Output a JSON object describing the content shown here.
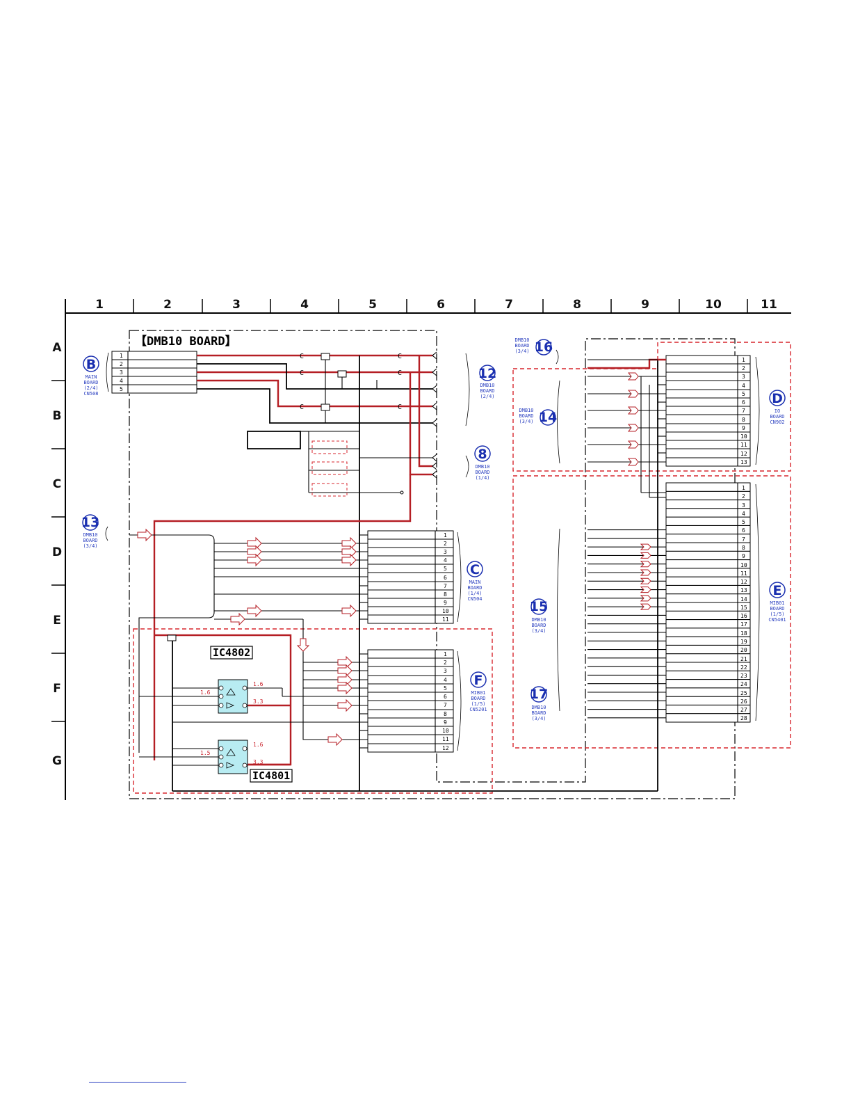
{
  "grid": {
    "columns": [
      "1",
      "2",
      "3",
      "4",
      "5",
      "6",
      "7",
      "8",
      "9",
      "10",
      "11"
    ],
    "rows": [
      "A",
      "B",
      "C",
      "D",
      "E",
      "F",
      "G"
    ]
  },
  "board_title": "【DMB10 BOARD】",
  "ics": [
    "IC4802",
    "IC4801"
  ],
  "ic_voltages": {
    "ic4802_out1": "1.6",
    "ic4802_in": "1.6",
    "ic4802_out2": "3.3",
    "ic4801_out1": "1.6",
    "ic4801_in": "1.5",
    "ic4801_out2": "3.3"
  },
  "refs": {
    "B": {
      "mark": "B",
      "lines": [
        "MAIN",
        "BOARD",
        "(2/4)",
        "CN508"
      ]
    },
    "n12": {
      "mark": "12",
      "lines": [
        "DMB10",
        "BOARD",
        "(2/4)"
      ]
    },
    "n8": {
      "mark": "8",
      "lines": [
        "DMB10",
        "BOARD",
        "(1/4)"
      ]
    },
    "n13": {
      "mark": "13",
      "lines": [
        "DMB10",
        "BOARD",
        "(3/4)"
      ]
    },
    "C": {
      "mark": "C",
      "lines": [
        "MAIN",
        "BOARD",
        "(1/4)",
        "CN504"
      ]
    },
    "F": {
      "mark": "F",
      "lines": [
        "MIB01",
        "BOARD",
        "(1/5)",
        "CN5201"
      ]
    },
    "n16": {
      "mark": "16",
      "lines": [
        "DMB10",
        "BOARD",
        "(3/4)"
      ]
    },
    "n14": {
      "mark": "14",
      "lines": [
        "DMB10",
        "BOARD",
        "(3/4)"
      ]
    },
    "D": {
      "mark": "D",
      "lines": [
        "IO",
        "BOARD",
        "CN902"
      ]
    },
    "n15": {
      "mark": "15",
      "lines": [
        "DMB10",
        "BOARD",
        "(3/4)"
      ]
    },
    "n17": {
      "mark": "17",
      "lines": [
        "DMB10",
        "BOARD",
        "(3/4)"
      ]
    },
    "E": {
      "mark": "E",
      "lines": [
        "MIB01",
        "BOARD",
        "(1/5)",
        "CN5401"
      ]
    }
  },
  "connectors": {
    "cn_b": [
      "1",
      "2",
      "3",
      "4",
      "5"
    ],
    "cn_c": [
      "1",
      "2",
      "3",
      "4",
      "5",
      "6",
      "7",
      "8",
      "9",
      "10",
      "11"
    ],
    "cn_f": [
      "1",
      "2",
      "3",
      "4",
      "5",
      "6",
      "7",
      "8",
      "9",
      "10",
      "11",
      "12"
    ],
    "cn_d": [
      "1",
      "2",
      "3",
      "4",
      "5",
      "6",
      "7",
      "8",
      "9",
      "10",
      "11",
      "12",
      "13"
    ],
    "cn_e": [
      "1",
      "2",
      "3",
      "4",
      "5",
      "6",
      "7",
      "8",
      "9",
      "10",
      "11",
      "12",
      "13",
      "14",
      "15",
      "16",
      "17",
      "18",
      "19",
      "20",
      "21",
      "22",
      "23",
      "24",
      "25",
      "26",
      "27",
      "28"
    ]
  }
}
